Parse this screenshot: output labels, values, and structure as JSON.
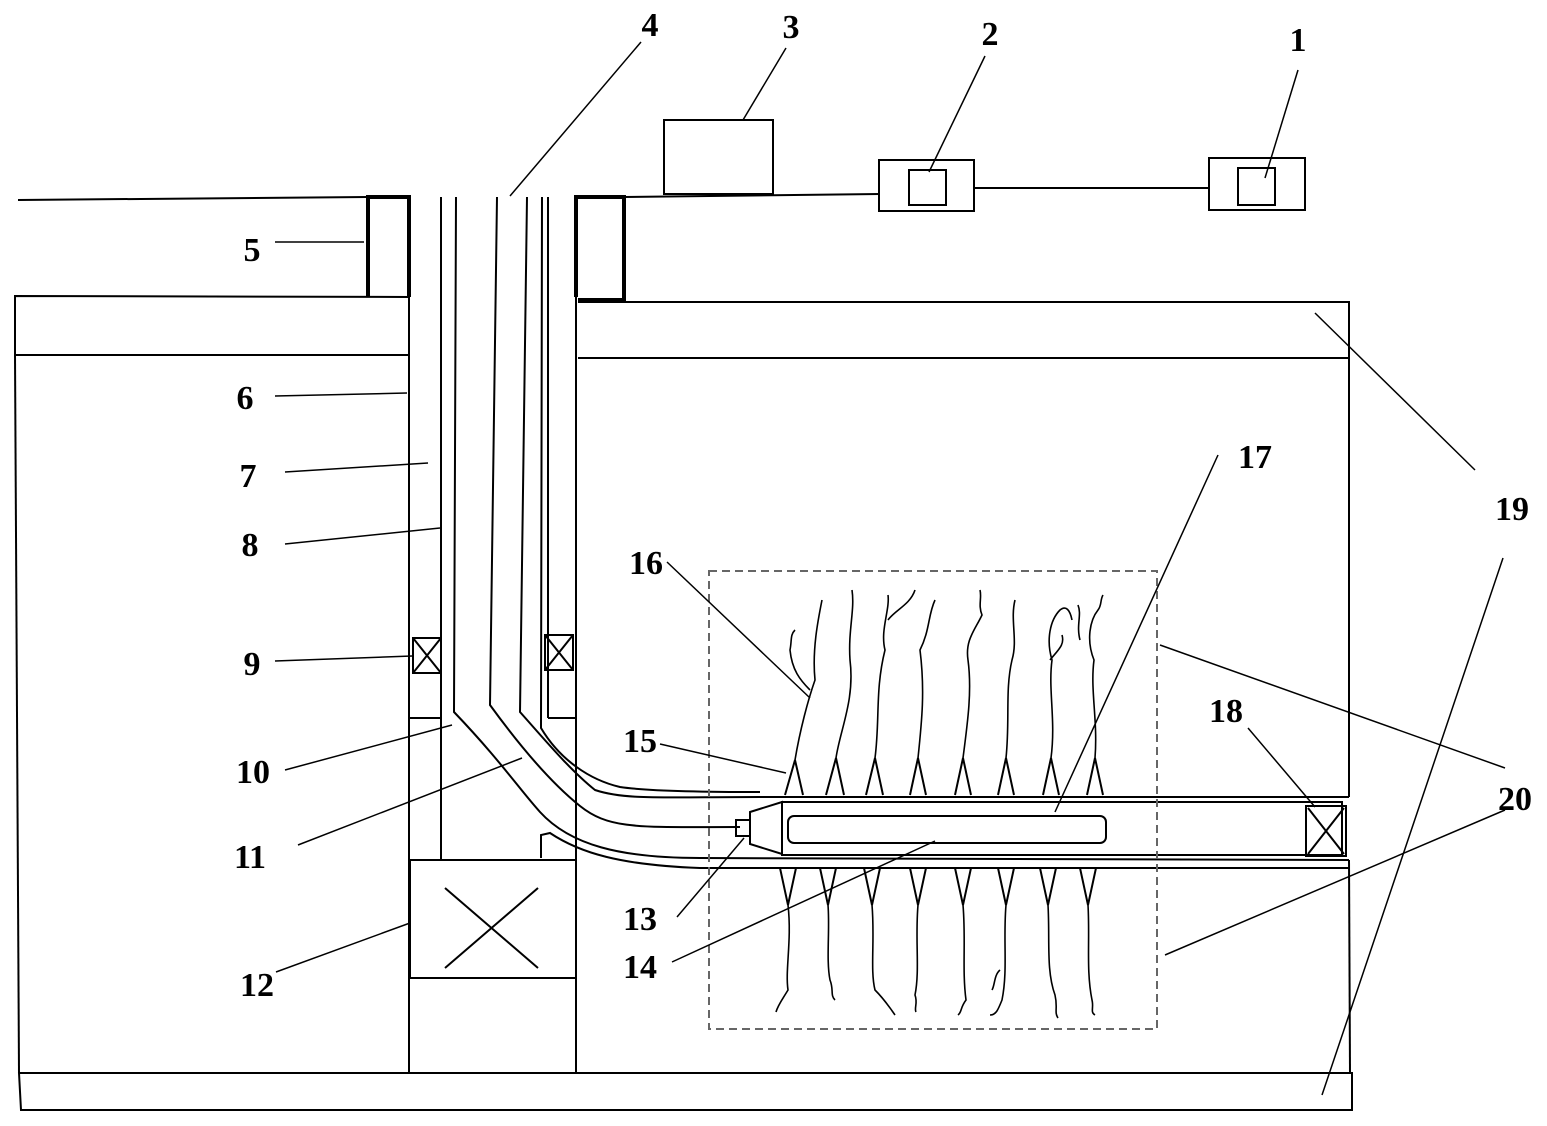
{
  "labels": {
    "l1": "1",
    "l2": "2",
    "l3": "3",
    "l4": "4",
    "l5": "5",
    "l6": "6",
    "l7": "7",
    "l8": "8",
    "l9": "9",
    "l10": "10",
    "l11": "11",
    "l12": "12",
    "l13": "13",
    "l14": "14",
    "l15": "15",
    "l16": "16",
    "l17": "17",
    "l18": "18",
    "l19": "19",
    "l20": "20"
  },
  "colors": {
    "line": "#000000",
    "dashed_box": "#666666",
    "background": "#ffffff"
  }
}
